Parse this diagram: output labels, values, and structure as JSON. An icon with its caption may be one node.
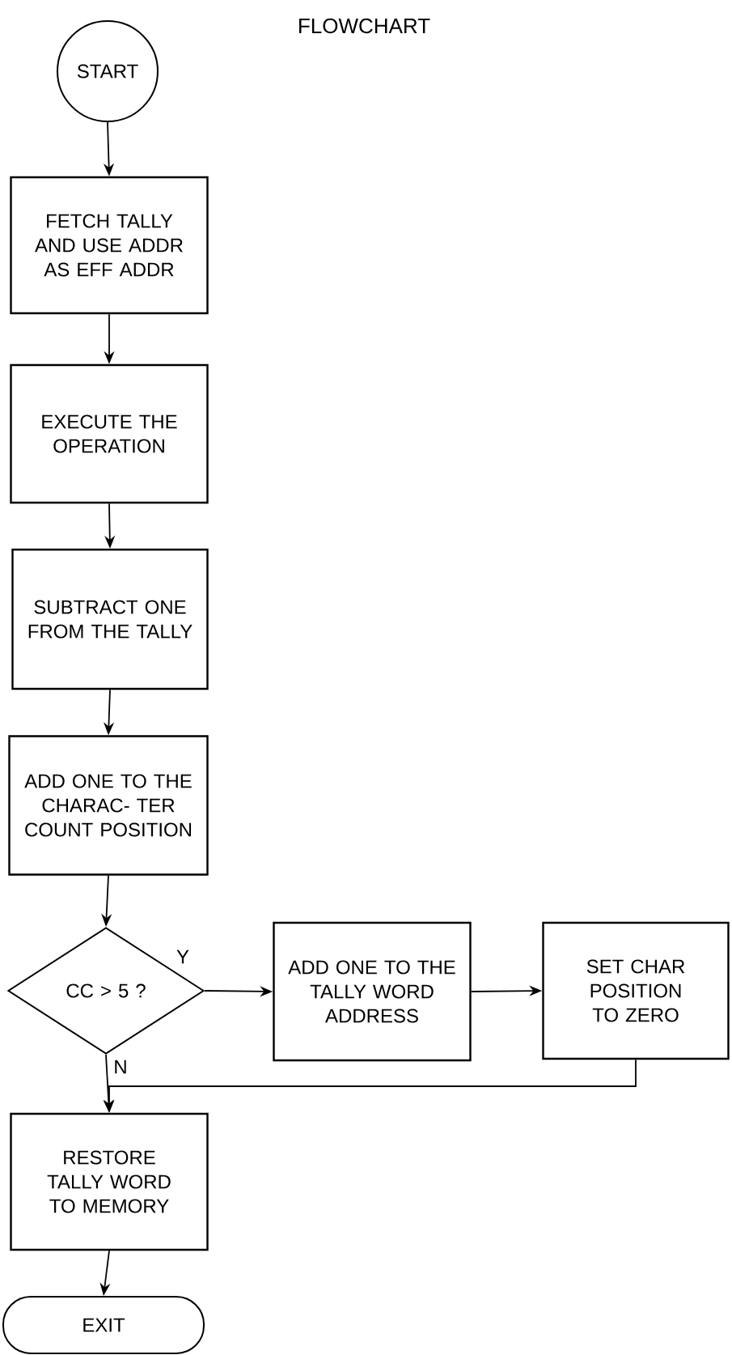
{
  "diagram": {
    "title": "FLOWCHART",
    "nodes": [
      {
        "text": [
          "START"
        ]
      },
      {
        "text": [
          "FETCH TALLY AND USE ADDR AS EFF ADDR"
        ]
      },
      {
        "text": [
          "EXECUTE THE OPERATION"
        ]
      },
      {
        "text": [
          "SUBTRACT ONE FROM THE TALLY"
        ]
      },
      {
        "text": [
          "ADD ONE TO THE CHARAC- TER COUNT POSITION"
        ]
      },
      {
        "text": [
          "CC > 5 ?"
        ]
      },
      {
        "text": [
          "ADD ONE TO THE TALLY WORD ADDRESS"
        ]
      },
      {
        "text": [
          "SET CHAR POSITION TO ZERO"
        ]
      },
      {
        "text": [
          "RESTORE TALLY WORD TO MEMORY"
        ]
      },
      {
        "text": [
          "EXIT"
        ]
      }
    ],
    "edges": [
      {
        "from": 0,
        "to": 1,
        "arrow": "to"
      },
      {
        "from": 1,
        "to": 2,
        "arrow": "to"
      },
      {
        "from": 2,
        "to": 3,
        "arrow": "to"
      },
      {
        "from": 3,
        "to": 4,
        "arrow": "to"
      },
      {
        "from": 4,
        "to": 5,
        "arrow": "to"
      },
      {
        "from": 5,
        "to": 6,
        "arrow": "to",
        "label": "Y"
      },
      {
        "from": 6,
        "to": 7,
        "arrow": "to"
      },
      {
        "from": 7,
        "to": 8,
        "arrow": "to"
      },
      {
        "from": 5,
        "to": 8,
        "arrow": "to",
        "label": "N"
      },
      {
        "from": 8,
        "to": 9,
        "arrow": "to"
      }
    ]
  }
}
